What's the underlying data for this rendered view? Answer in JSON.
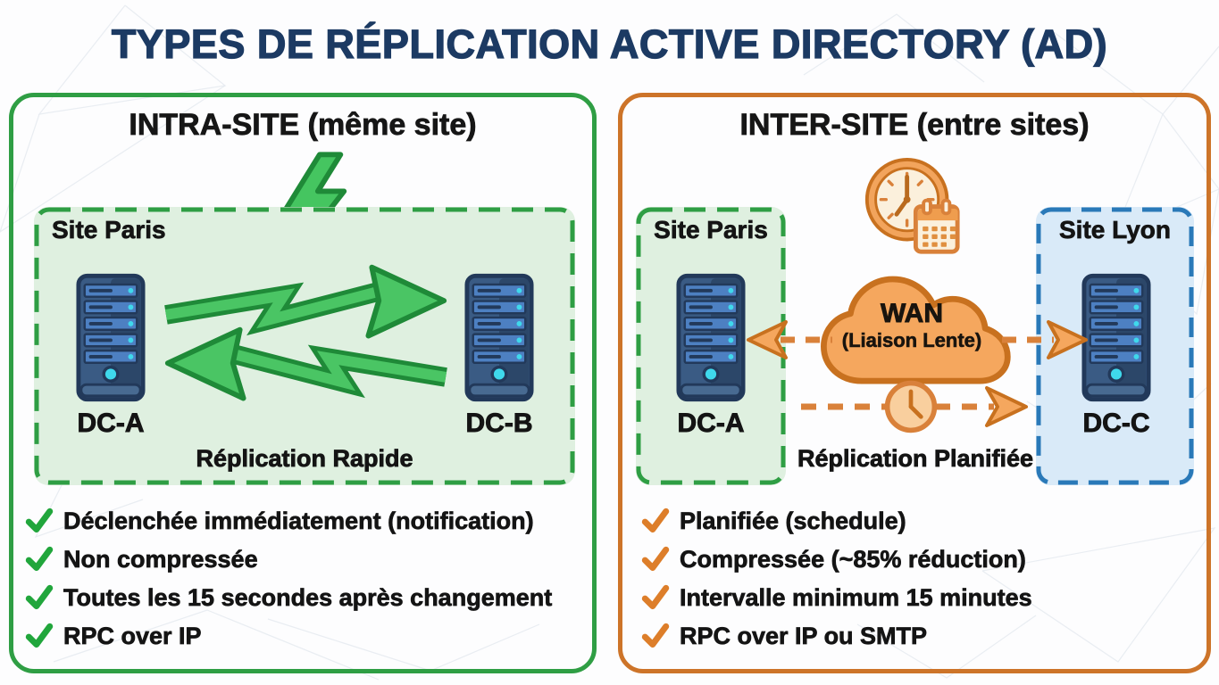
{
  "title": "TYPES DE RÉPLICATION ACTIVE DIRECTORY (AD)",
  "intra": {
    "header": "INTRA-SITE (même site)",
    "site_label": "Site Paris",
    "dc_left": "DC-A",
    "dc_right": "DC-B",
    "flow_label": "Réplication Rapide",
    "items": [
      "Déclenchée immédiatement (notification)",
      "Non compressée",
      "Toutes les 15 secondes après changement",
      "RPC over IP"
    ]
  },
  "inter": {
    "header": "INTER-SITE (entre sites)",
    "site_left": "Site Paris",
    "site_right": "Site Lyon",
    "dc_left": "DC-A",
    "dc_right": "DC-C",
    "wan_title": "WAN",
    "wan_subtitle": "(Liaison Lente)",
    "flow_label": "Réplication Planifiée",
    "items": [
      "Planifiée (schedule)",
      "Compressée (~85% réduction)",
      "Intervalle minimum 15 minutes",
      "RPC over IP ou SMTP"
    ]
  },
  "icons": {
    "lightning_bolt": "⚡",
    "replication_arrow": "⇄",
    "clock_calendar": "🕖📅",
    "wan_cloud": "☁",
    "schedule_clock": "🕓",
    "checkmark": "✓",
    "server_tower": "🖳"
  },
  "colors": {
    "title": "#1c3a63",
    "intra_border": "#2f9e44",
    "inter_border": "#cd7429",
    "site_green_fill": "#dff0e0",
    "site_blue_fill": "#d9eaf8",
    "site_blue_border": "#2a79b8",
    "arrow_green": "#4ac564",
    "arrow_green_outline": "#1f8a38",
    "orange_fill": "#f5a75e",
    "orange_outline": "#c8711f",
    "check_green": "#21a63c",
    "check_orange": "#dd7e2a",
    "server_body": "#3a5b84",
    "server_bay": "#4d80c2",
    "server_led": "#3fd9ec"
  }
}
